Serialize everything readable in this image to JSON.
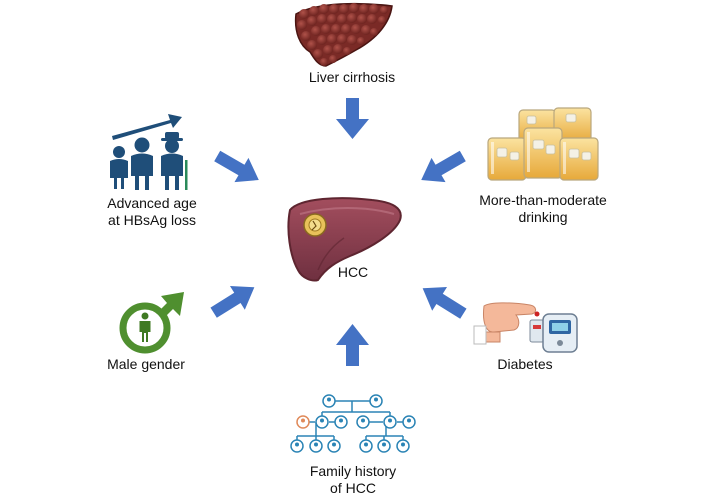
{
  "center": {
    "label": "HCC"
  },
  "factors": {
    "liver_cirrhosis": {
      "label": "Liver cirrhosis"
    },
    "age": {
      "line1": "Advanced age",
      "line2": "at HBsAg loss"
    },
    "drinking": {
      "line1": "More-than-moderate",
      "line2": "drinking"
    },
    "male": {
      "label": "Male gender"
    },
    "diabetes": {
      "label": "Diabetes"
    },
    "family": {
      "line1": "Family history",
      "line2": "of HCC"
    }
  },
  "colors": {
    "arrow": "#4472c4",
    "liver": "#8a3f4d",
    "liver_dark": "#5e2530",
    "tumor": "#e8c25a",
    "male_symbol": "#4f8f2f",
    "people": "#1f4e79",
    "pedigree": "#2b84b5",
    "pedigree_proband": "#e08a5a",
    "glass": "#f3c04d"
  },
  "icons": {
    "liver_cirrhosis": "cirrhotic-liver-icon",
    "age": "age-progression-people-icon",
    "drinking": "whisky-glasses-icon",
    "male": "male-symbol-icon",
    "diabetes": "glucose-meter-icon",
    "family": "family-pedigree-icon",
    "center": "hcc-liver-icon"
  }
}
